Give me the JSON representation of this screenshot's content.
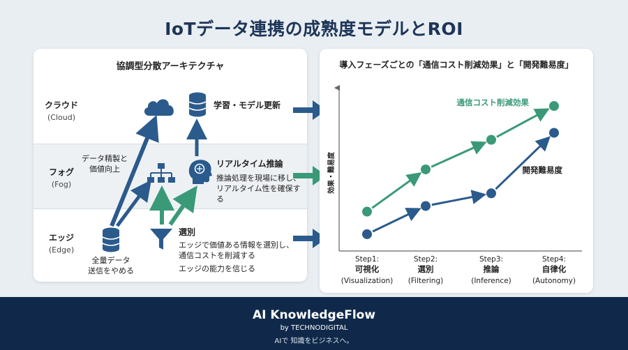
{
  "title": "IoTデータ連携の成熟度モデルとROI",
  "left": {
    "heading": "協調型分散アーキテクチャ",
    "tiers": [
      {
        "jp": "クラウド",
        "en": "(Cloud)"
      },
      {
        "jp": "フォグ",
        "en": "(Fog)"
      },
      {
        "jp": "エッジ",
        "en": "(Edge)"
      }
    ],
    "labels": {
      "cloud_update": "学習・モデル更新",
      "refine_1": "データ精製と",
      "refine_2": "価値向上",
      "realtime_title": "リアルタイム推論",
      "realtime_1": "推論処理を現場に移し、",
      "realtime_2": "リアルタイム性を確保する",
      "select_title": "選別",
      "select_1": "エッジで価値ある情報を選別し、",
      "select_2": "通信コストを削減する",
      "trust": "エッジの能力を信じる",
      "db_1": "全量データ",
      "db_2": "送信をやめる"
    }
  },
  "right": {
    "heading": "導入フェーズごとの「通信コスト削減効果」と「開発難易度」"
  },
  "chart_data": {
    "type": "line",
    "ylabel": "効果・難易度",
    "categories": [
      [
        "Step1:",
        "可視化",
        "(Visualization)"
      ],
      [
        "Step2:",
        "選別",
        "(Filtering)"
      ],
      [
        "Step3:",
        "推論",
        "(Inference)"
      ],
      [
        "Step4:",
        "自律化",
        "(Autonomy)"
      ]
    ],
    "series": [
      {
        "name": "通信コスト削減効果",
        "color": "#3a9a78",
        "values": [
          0.22,
          0.52,
          0.73,
          0.97
        ]
      },
      {
        "name": "開発難易度",
        "color": "#2b5b8c",
        "values": [
          0.06,
          0.26,
          0.35,
          0.78
        ]
      }
    ]
  },
  "colors": {
    "green": "#3a9a78",
    "navy": "#2b5b8c",
    "title": "#1d3557",
    "footer": "#10294a"
  },
  "footer": {
    "brand": "AI KnowledgeFlow",
    "by": "by TECHNODIGITAL",
    "tagline": "AIで 知識をビジネスへ。"
  }
}
